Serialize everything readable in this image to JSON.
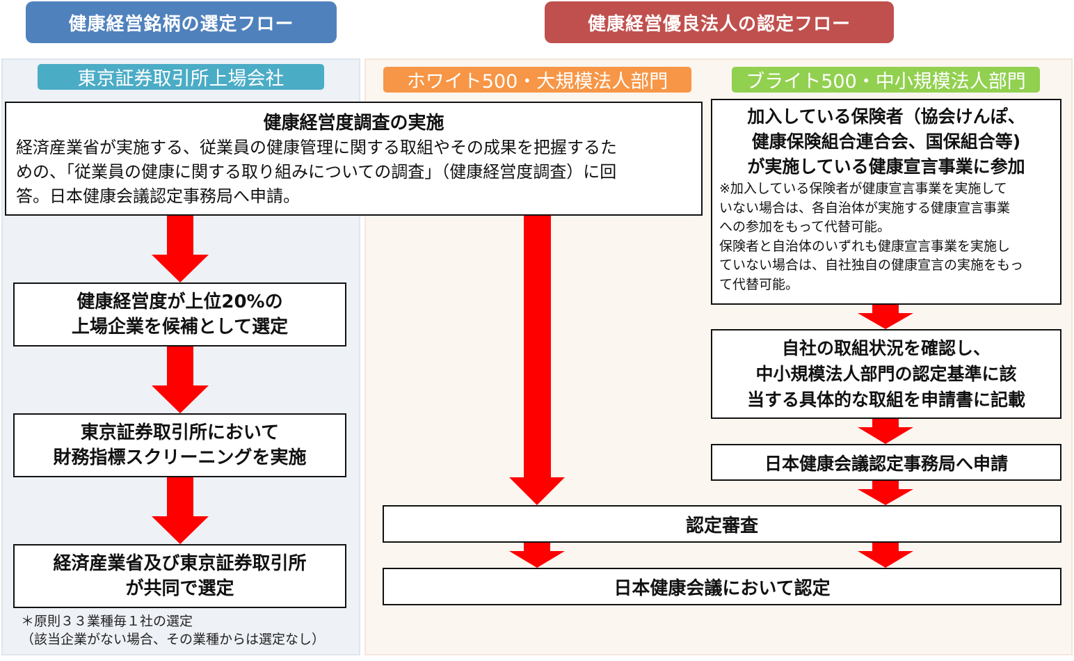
{
  "headers": {
    "left_title": "健康経営銘柄の選定フロー",
    "right_title": "健康経営優良法人の認定フロー",
    "colors": {
      "left": "#4f81bd",
      "right": "#c0504d"
    }
  },
  "left_flow": {
    "tag": "東京証券取引所上場会社",
    "tag_color": "#4bacc6",
    "steps": [
      {
        "lines": [
          "健康経営度が上位20%の",
          "上場企業を候補として選定"
        ]
      },
      {
        "lines": [
          "東京証券取引所において",
          "財務指標スクリーニングを実施"
        ]
      },
      {
        "lines": [
          "経済産業省及び東京証券取引所",
          "が共同で選定"
        ]
      }
    ],
    "note": [
      "＊原則３３業種毎１社の選定",
      "（該当企業がない場合、その業種からは選定なし）"
    ]
  },
  "survey_box": {
    "title": "健康経営度調査の実施",
    "lines": [
      "経済産業省が実施する、従業員の健康管理に関する取組やその成果を把握するた",
      "めの、「従業員の健康に関する取り組みについての調査」（健康経営度調査）に回",
      "答。日本健康会議認定事務局へ申請。"
    ]
  },
  "right_flow": {
    "white500_tag": "ホワイト500・大規模法人部門",
    "white500_color": "#f79646",
    "bright500_tag": "ブライト500・中小規模法人部門",
    "bright500_color": "#92d050",
    "sme_steps": {
      "declaration": {
        "title_lines": [
          "加入している保険者（協会けんぽ、",
          "健康保険組合連合会、国保組合等)",
          "が実施している健康宣言事業に参加"
        ],
        "note_lines": [
          "※加入している保険者が健康宣言事業を実施して",
          "いない場合は、各自治体が実施する健康宣言事業",
          "への参加をもって代替可能。",
          "保険者と自治体のいずれも健康宣言事業を実施し",
          "ていない場合は、自社独自の健康宣言の実施をもっ",
          "て代替可能。"
        ]
      },
      "self_check": {
        "lines": [
          "自社の取組状況を確認し、",
          "中小規模法人部門の認定基準に該",
          "当する具体的な取組を申請書に記載"
        ]
      },
      "apply": {
        "label": "日本健康会議認定事務局へ申請"
      }
    },
    "review": {
      "label": "認定審査"
    },
    "certify": {
      "label": "日本健康会議において認定"
    }
  },
  "arrow_color": "#ff0000"
}
